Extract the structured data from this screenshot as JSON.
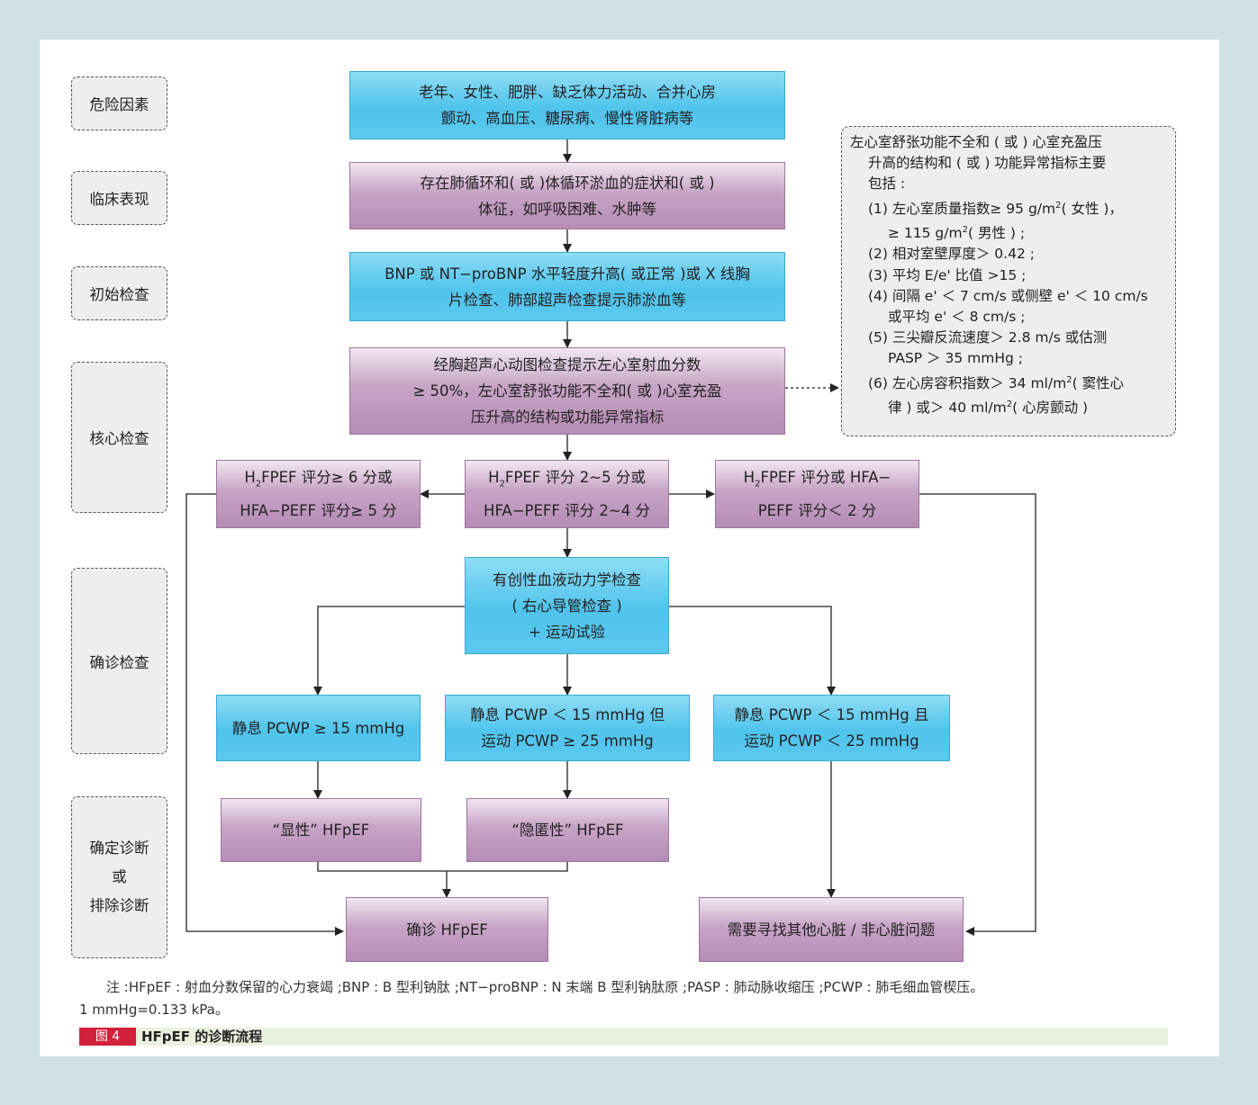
{
  "stages": {
    "risk": "危险因素",
    "clinical": "临床表现",
    "initial": "初始检查",
    "core": "核心检查",
    "confirm": "确诊检查",
    "diag_line1": "确定诊断",
    "diag_line2": "或",
    "diag_line3": "排除诊断"
  },
  "boxes": {
    "risk_l1": "老年、女性、肥胖、缺乏体力活动、合并心房",
    "risk_l2": "颤动、高血压、糖尿病、慢性肾脏病等",
    "symptom_l1": "存在肺循环和( 或 )体循环淤血的症状和( 或 )",
    "symptom_l2": "体征，如呼吸困难、水肿等",
    "bnp_l1": "BNP 或 NT−proBNP 水平轻度升高( 或正常 )或 X 线胸",
    "bnp_l2": "片检查、肺部超声检查提示肺淤血等",
    "echo_l1": "经胸超声心动图检查提示左心室射血分数",
    "echo_l2": "≥ 50%，左心室舒张功能不全和( 或 )心室充盈",
    "echo_l3": "压升高的结构或功能异常指标",
    "high_l1a": "H",
    "high_sub": "2",
    "high_l1b": "FPEF 评分≥ 6 分或",
    "high_l2": "HFA−PEFF 评分≥ 5 分",
    "mid_l1a": "H",
    "mid_sub": "2",
    "mid_l1b": "FPEF 评分 2~5 分或",
    "mid_l2": "HFA−PEFF 评分 2~4 分",
    "low_l1a": "H",
    "low_sub": "2",
    "low_l1b": "FPEF 评分或 HFA−",
    "low_l2": "PEFF 评分＜ 2 分",
    "invasive_l1": "有创性血液动力学检查",
    "invasive_l2": "( 右心导管检查 )",
    "invasive_l3": "+ 运动试验",
    "pcwp_high": "静息 PCWP ≥ 15 mmHg",
    "pcwp_mid_l1": "静息 PCWP ＜ 15 mmHg 但",
    "pcwp_mid_l2": "运动 PCWP ≥ 25 mmHg",
    "pcwp_low_l1": "静息 PCWP ＜ 15 mmHg 且",
    "pcwp_low_l2": "运动 PCWP ＜ 25 mmHg",
    "overt": "“显性” HFpEF",
    "covert": "“隐匿性” HFpEF",
    "confirmed": "确诊 HFpEF",
    "other": "需要寻找其他心脏 / 非心脏问题"
  },
  "criteria": {
    "h1": "左心室舒张功能不全和 ( 或 ) 心室充盈压",
    "h2": "升高的结构和 ( 或 ) 功能异常指标主要",
    "h3": "包括 :",
    "i1a": "(1) 左心室质量指数≥ 95 g/m",
    "i1sup": "2",
    "i1b": "( 女性 )，",
    "i1c": "≥ 115 g/m",
    "i1csup": "2",
    "i1d": "( 男性 ) ;",
    "i2": "(2) 相对室壁厚度＞ 0.42 ;",
    "i3": "(3) 平均 E/e' 比值 >15 ;",
    "i4a": "(4) 间隔 e' ＜ 7 cm/s 或侧壁 e' ＜ 10 cm/s",
    "i4b": "或平均 e' ＜ 8 cm/s ;",
    "i5a": "(5) 三尖瓣反流速度＞ 2.8 m/s 或估测",
    "i5b": "PASP ＞ 35 mmHg ;",
    "i6a": "(6) 左心房容积指数＞ 34 ml/m",
    "i6sup": "2",
    "i6b": "( 窦性心",
    "i6c": "律 ) 或＞ 40 ml/m",
    "i6csup": "2",
    "i6d": "( 心房颤动 )"
  },
  "note": {
    "line1": "注 :HFpEF : 射血分数保留的心力衰竭 ;BNP : B 型利钠肽 ;NT−proBNP : N 末端 B 型利钠肽原 ;PASP : 肺动脉收缩压 ;PCWP : 肺毛细血管楔压。",
    "line2": "1 mmHg=0.133 kPa。"
  },
  "caption": {
    "tag": "图 4",
    "title": "HFpEF 的诊断流程"
  },
  "colors": {
    "background": "#cfe1e3",
    "blue_box": "#5cc8ef",
    "purple_box": "#b58cb5",
    "stage_box": "#eeeeee",
    "figure_tag": "#d2203a",
    "caption_bar": "#e9f1df"
  }
}
